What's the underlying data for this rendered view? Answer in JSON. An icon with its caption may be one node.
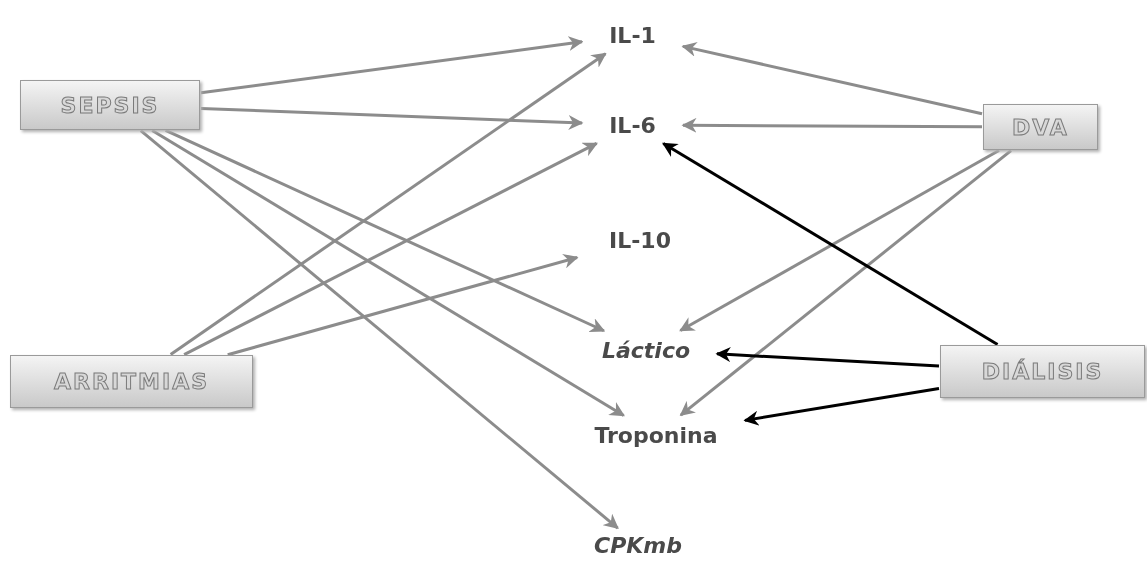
{
  "diagram": {
    "nodes": [
      {
        "text": [
          "SEPSIS"
        ]
      },
      {
        "text": [
          "ARRITMIAS"
        ]
      },
      {
        "text": [
          "DVA"
        ]
      },
      {
        "text": [
          "DIÁLISIS"
        ]
      },
      {
        "text": [
          "IL-1"
        ]
      },
      {
        "text": [
          "IL-6"
        ]
      },
      {
        "text": [
          "IL-10"
        ]
      },
      {
        "text": [
          "Láctico"
        ]
      },
      {
        "text": [
          "Troponina"
        ]
      },
      {
        "text": [
          "CPKmb"
        ]
      }
    ],
    "edges": [
      {
        "from": 0,
        "to": 4,
        "arrow": "to"
      },
      {
        "from": 0,
        "to": 5,
        "arrow": "to"
      },
      {
        "from": 0,
        "to": 7,
        "arrow": "to"
      },
      {
        "from": 0,
        "to": 8,
        "arrow": "to"
      },
      {
        "from": 0,
        "to": 9,
        "arrow": "to"
      },
      {
        "from": 1,
        "to": 4,
        "arrow": "to"
      },
      {
        "from": 1,
        "to": 5,
        "arrow": "to"
      },
      {
        "from": 1,
        "to": 6,
        "arrow": "to"
      },
      {
        "from": 2,
        "to": 4,
        "arrow": "to"
      },
      {
        "from": 2,
        "to": 5,
        "arrow": "to"
      },
      {
        "from": 2,
        "to": 7,
        "arrow": "to"
      },
      {
        "from": 2,
        "to": 8,
        "arrow": "to"
      },
      {
        "from": 3,
        "to": 5,
        "arrow": "to",
        "color": "#000000"
      },
      {
        "from": 3,
        "to": 7,
        "arrow": "to",
        "color": "#000000"
      },
      {
        "from": 3,
        "to": 8,
        "arrow": "to",
        "color": "#000000"
      }
    ]
  }
}
